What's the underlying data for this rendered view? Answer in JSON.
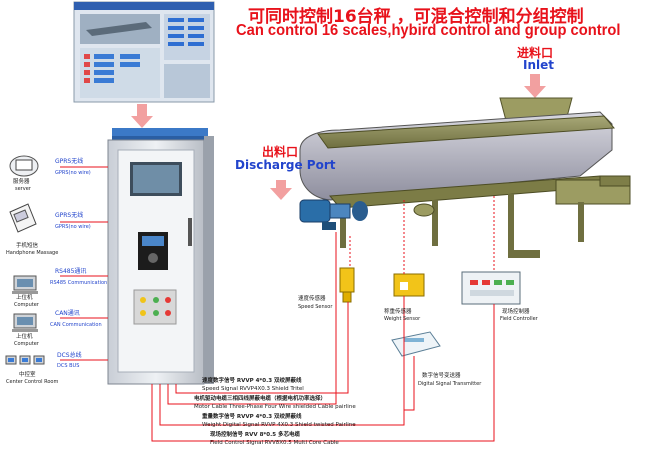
{
  "header": {
    "title_cn": "可同时控制16台秤 ，可混合控制和分组控制",
    "title_en": "Can control 16 scales,hybird control and group control"
  },
  "labels": {
    "inlet_cn": "进料口",
    "inlet_en": "Inlet",
    "discharge_cn": "出料口",
    "discharge_en": "Discharge Port"
  },
  "left_devices": [
    {
      "name_cn": "服务器",
      "name_en": "server",
      "link_cn": "GPRS无线",
      "link_en": "GPRS(no wire)"
    },
    {
      "name_cn": "手机短信",
      "name_en": "Handphone Massage",
      "link_cn": "GPRS无线",
      "link_en": "GPRS(no wire)"
    },
    {
      "name_cn": "上位机",
      "name_en": "Computer",
      "link_cn": "RS485通讯",
      "link_en": "RS485 Communication"
    },
    {
      "name_cn": "上位机",
      "name_en": "Computer",
      "link_cn": "CAN通讯",
      "link_en": "CAN Communication"
    },
    {
      "name_cn": "中控室",
      "name_en": "Center Control Room",
      "link_cn": "DCS总线",
      "link_en": "DCS BUS"
    }
  ],
  "sensors": {
    "speed_cn": "速度传感器",
    "speed_en": "Speed Sensor",
    "weight_cn": "称重传感器",
    "weight_en": "Weight Sensor",
    "transmitter_cn": "数字信号变送器",
    "transmitter_en": "Digital Signal Transmitter",
    "field_cn": "现场控制器",
    "field_en": "Field Controller"
  },
  "signals": [
    {
      "cn": "速度数字信号 RVVP 4*0.3 双绞屏蔽线",
      "en": "Speed Signal RVVP4X0.3 Shield Tritel"
    },
    {
      "cn": "电机驱动电缆三相四线屏蔽电缆（根据电机功率选择）",
      "en": "Motor Cable Three-Phase Four Wire shielded Cable pairline"
    },
    {
      "cn": "重量数字信号 RVVP 4*0.3 双绞屏蔽线",
      "en": "Weight Digital Signal RVVP 4X0.3 Shield twisted Pairline"
    },
    {
      "cn": "现场控制信号 RVV 8*0.5 多芯电缆",
      "en": "Field Control Signal RVV8X0.5 Multi Core Cable"
    }
  ],
  "colors": {
    "accent_red": "#e8121b",
    "label_blue": "#2244cc",
    "cabinet": "#d8dde3",
    "conveyor": "#8a8a52",
    "arrow_pink": "#f2a0a0"
  }
}
